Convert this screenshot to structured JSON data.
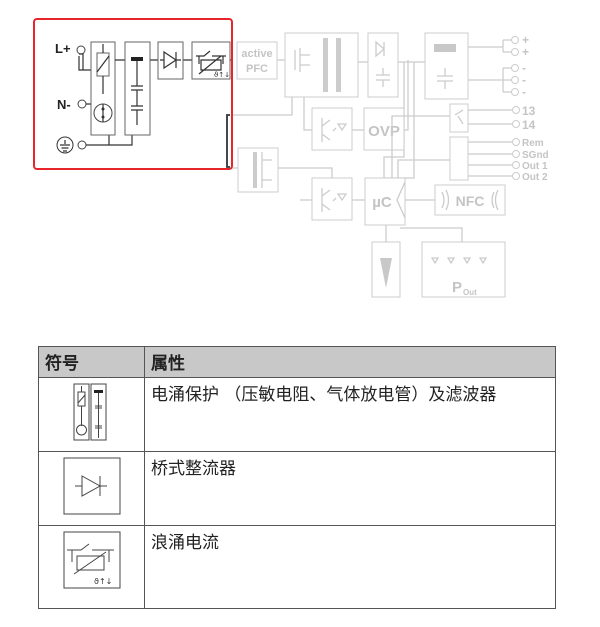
{
  "diagram": {
    "terminals_in": {
      "l_plus": "L+",
      "n_minus": "N-"
    },
    "pfc_label": [
      "active",
      "PFC"
    ],
    "ovp_label": "OVP",
    "uc_label": "µC",
    "nfc_label": "NFC",
    "pout_label": "P",
    "pout_sub": "Out",
    "outputs": [
      "+",
      "+",
      "-",
      "-",
      "-"
    ],
    "relay_terminals": [
      "13",
      "14"
    ],
    "signals": [
      "Rem",
      "SGnd",
      "Out 1",
      "Out 2"
    ],
    "highlight_color": "#e8262a",
    "faded_color": "#cccccc"
  },
  "table": {
    "headers": [
      "符号",
      "属性"
    ],
    "rows": [
      {
        "description": "电涌保护 （压敏电阻、气体放电管）及滤波器"
      },
      {
        "description": "桥式整流器"
      },
      {
        "description": "浪涌电流"
      }
    ]
  }
}
